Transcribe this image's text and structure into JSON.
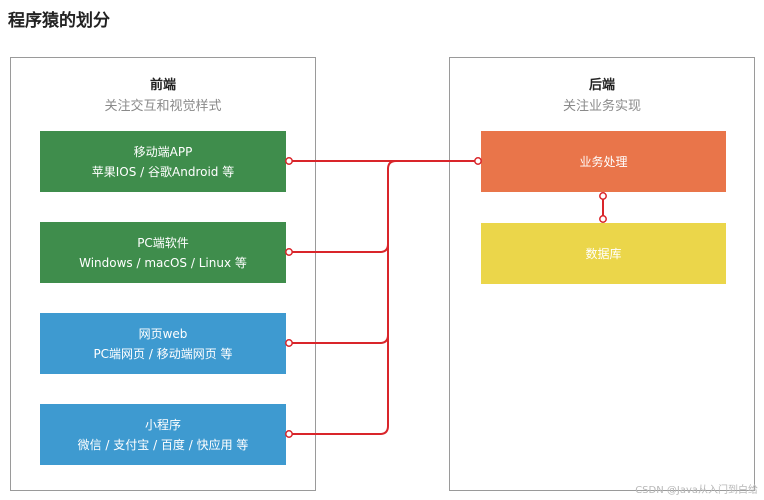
{
  "title": "程序猿的划分",
  "frontend": {
    "name": "前端",
    "desc": "关注交互和视觉样式",
    "items": [
      {
        "line1": "移动端APP",
        "line2": "苹果IOS / 谷歌Android 等",
        "color": "#3f8d4c"
      },
      {
        "line1": "PC端软件",
        "line2": "Windows / macOS / Linux 等",
        "color": "#3f8d4c"
      },
      {
        "line1": "网页web",
        "line2": "PC端网页 / 移动端网页 等",
        "color": "#3e9ad0"
      },
      {
        "line1": "小程序",
        "line2": "微信 / 支付宝 / 百度 / 快应用 等",
        "color": "#3e9ad0"
      }
    ]
  },
  "backend": {
    "name": "后端",
    "desc": "关注业务实现",
    "business": {
      "label": "业务处理",
      "color": "#e9754a"
    },
    "database": {
      "label": "数据库",
      "color": "#ebd64a"
    }
  },
  "connector_color": "#d9252a",
  "watermark": "CSDN @Java从入门到白给"
}
